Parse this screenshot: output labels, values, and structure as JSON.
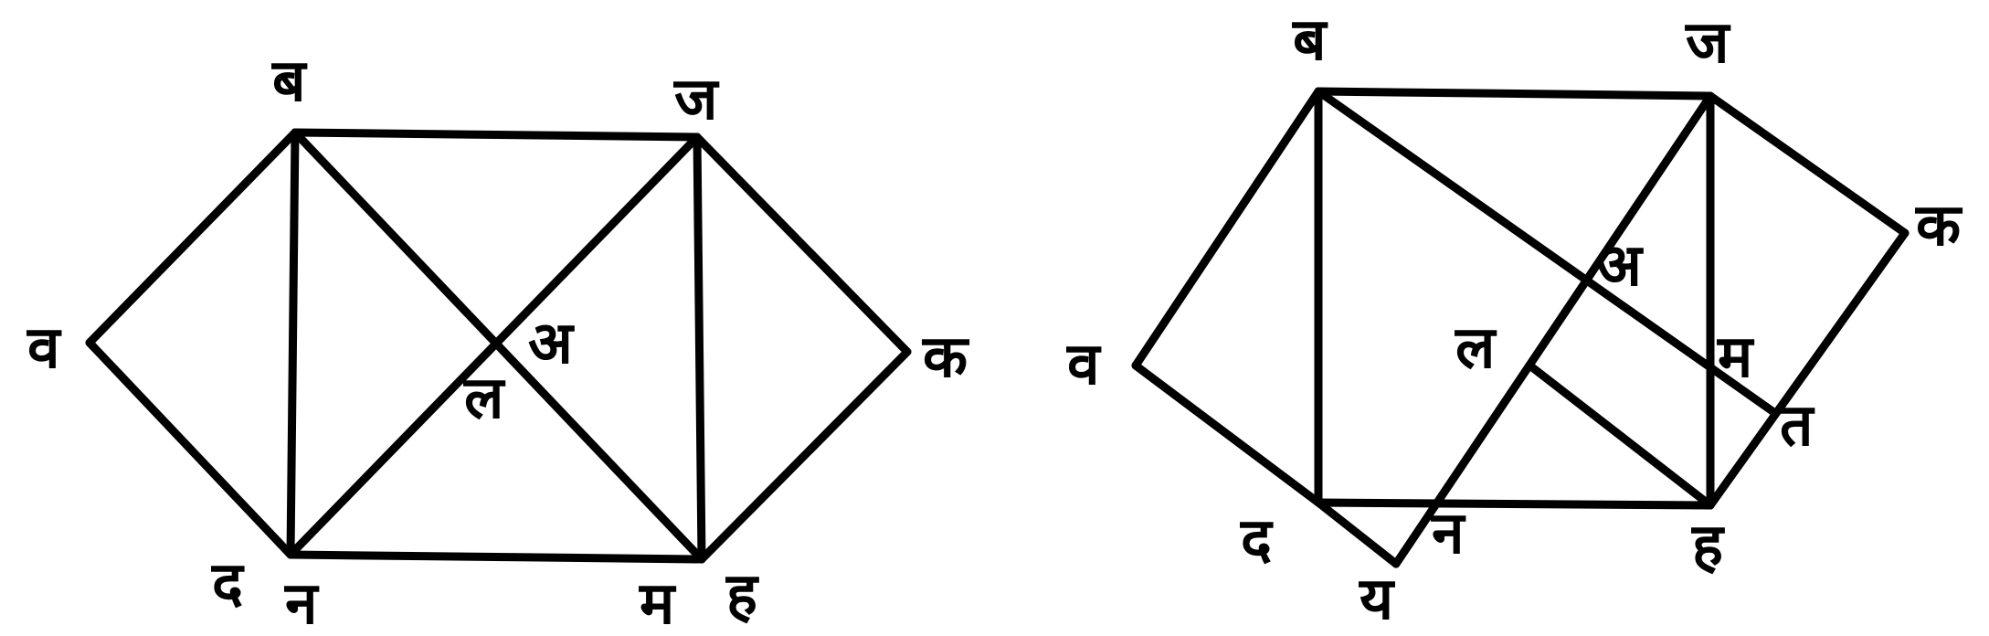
{
  "colors": {
    "ink": "#000000",
    "paper": "#ffffff"
  },
  "figure_left": {
    "labels": {
      "b_top": "ब",
      "j": "ज",
      "v": "व",
      "k": "क",
      "a": "अ",
      "l": "ल",
      "d": "द",
      "n": "न",
      "m": "म",
      "h": "ह"
    }
  },
  "figure_right": {
    "labels": {
      "b_top": "ब",
      "j": "ज",
      "k": "क",
      "v": "व",
      "a": "अ",
      "l": "ल",
      "m": "म",
      "t": "त",
      "d": "द",
      "n": "न",
      "h": "ह",
      "y": "य"
    }
  }
}
